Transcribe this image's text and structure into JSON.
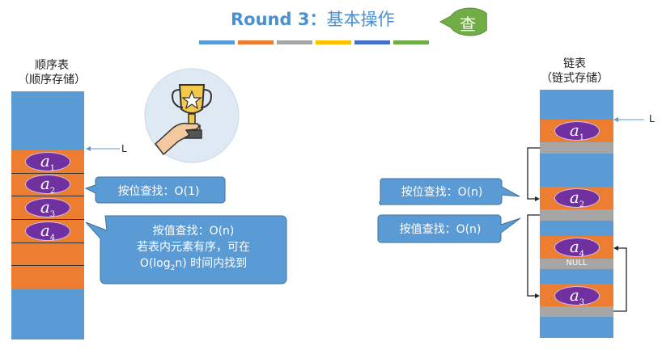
{
  "title": {
    "prefix": "Round 3：",
    "main": "基本操作",
    "badge": "查"
  },
  "stripes": [
    "#5b9bd5",
    "#ed7d31",
    "#a5a5a5",
    "#ffc000",
    "#4472c4",
    "#70ad47"
  ],
  "left": {
    "heading1": "顺序表",
    "heading2": "（顺序存储）",
    "pointer": "L",
    "elements": [
      {
        "base": "a",
        "sub": "1"
      },
      {
        "base": "a",
        "sub": "2"
      },
      {
        "base": "a",
        "sub": "3"
      },
      {
        "base": "a",
        "sub": "4"
      }
    ],
    "bubble_pos": "按位查找：O(1)",
    "bubble_val_line1": "按值查找：O(n)",
    "bubble_val_line2": "若表内元素有序，可在",
    "bubble_val_line3_pre": "O(log",
    "bubble_val_line3_sub": "2",
    "bubble_val_line3_post": "n) 时间内找到"
  },
  "right": {
    "heading1": "链表",
    "heading2": "（链式存储）",
    "pointer": "L",
    "nodes": [
      {
        "base": "a",
        "sub": "1"
      },
      {
        "base": "a",
        "sub": "2"
      },
      {
        "base": "a",
        "sub": "4"
      },
      {
        "base": "a",
        "sub": "3"
      }
    ],
    "null_label": "NULL",
    "bubble_pos": "按位查找：O(n)",
    "bubble_val": "按值查找：O(n)"
  },
  "icons": [
    "trophy-hand-icon"
  ]
}
